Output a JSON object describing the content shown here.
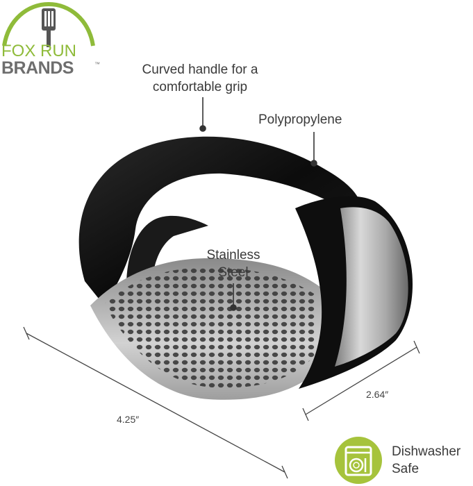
{
  "brand": {
    "line1": "FOX RUN",
    "line2": "BRANDS",
    "tm": "™",
    "accent_color": "#8fbb3a",
    "gray_color": "#6e6e6e"
  },
  "callouts": {
    "handle_line1": "Curved handle for a",
    "handle_line2": "comfortable grip",
    "material_plastic": "Polypropylene",
    "steel_line1": "Stainless",
    "steel_line2": "Steel"
  },
  "dimensions": {
    "width": "4.25″",
    "depth": "2.64″"
  },
  "badge": {
    "line1": "Dishwasher",
    "line2": "Safe",
    "icon": "dishwasher-icon",
    "color": "#a6c33c"
  },
  "product": {
    "name_icon": "garlic-rocker-press",
    "handle_color": "#111111",
    "steel_color": "#b5b5b5"
  }
}
